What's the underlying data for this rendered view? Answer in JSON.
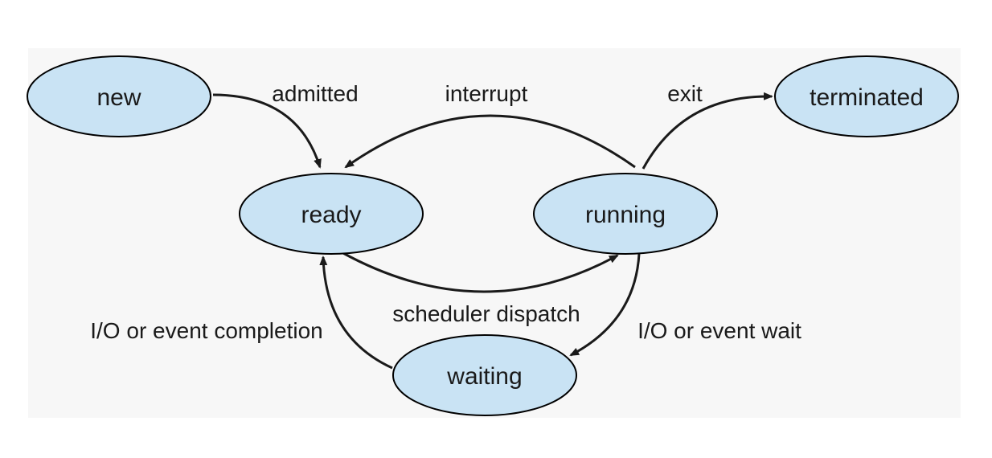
{
  "diagram": {
    "colors": {
      "state_fill": "#c9e3f4",
      "stroke": "#000000",
      "edge": "#1a1a1a",
      "panel": "#f7f7f7"
    },
    "states": {
      "new": "new",
      "ready": "ready",
      "running": "running",
      "waiting": "waiting",
      "terminated": "terminated"
    },
    "transitions": {
      "admitted": "admitted",
      "interrupt": "interrupt",
      "exit": "exit",
      "scheduler_dispatch": "scheduler dispatch",
      "io_event_completion": "I/O or event completion",
      "io_event_wait": "I/O or event wait"
    }
  }
}
